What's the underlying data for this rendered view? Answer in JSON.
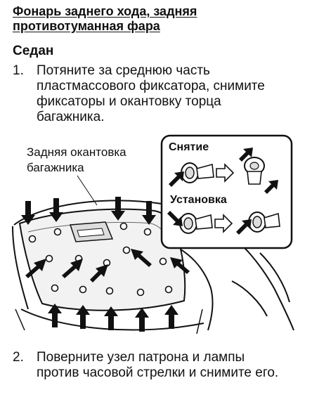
{
  "title": "Фонарь заднего хода, задняя противотуманная фара",
  "section": "Седан",
  "steps": [
    {
      "num": "1.",
      "text": "Потяните за среднюю часть\nпластмассового фиксатора, снимите\nфиксаторы и окантовку торца\nбагажника."
    },
    {
      "num": "2.",
      "text": "Поверните узел патрона и лампы\nпротив часовой стрелки и снимите его."
    }
  ],
  "figure": {
    "callout_line1": "Задняя окантовка",
    "callout_line2": "багажника",
    "removal_label": "Снятие",
    "install_label": "Установка"
  }
}
